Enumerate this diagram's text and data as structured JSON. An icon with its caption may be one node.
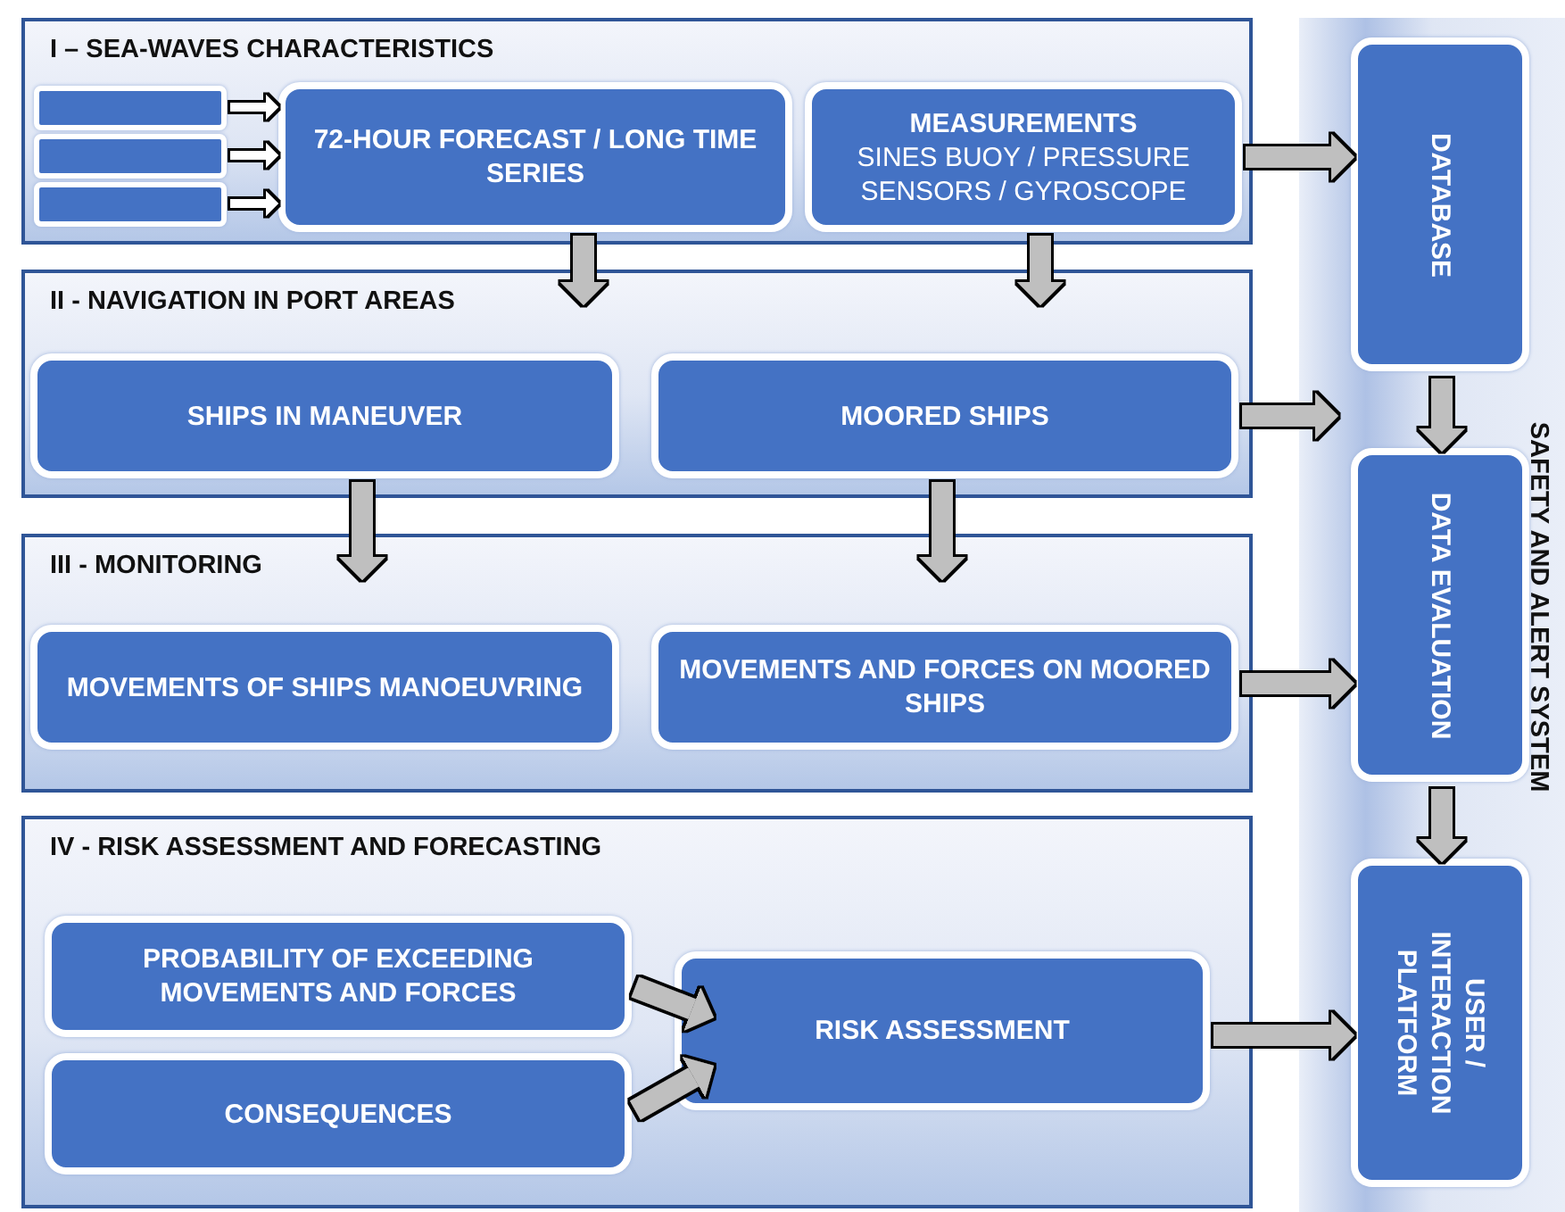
{
  "diagram": {
    "nodes": [
      {
        "text": [
          "I – SEA-WAVES CHARACTERISTICS"
        ]
      },
      {
        "text": [],
        "shape": "box",
        "in": 0
      },
      {
        "text": [],
        "shape": "box",
        "in": 0
      },
      {
        "text": [],
        "shape": "box",
        "in": 0
      },
      {
        "text": [
          "72-HOUR FORECAST / LONG TIME SERIES"
        ],
        "in": 0
      },
      {
        "text": [
          "MEASUREMENTS",
          "SINES BUOY / PRESSURE SENSORS / GYROSCOPE"
        ],
        "in": 0
      },
      {
        "text": [
          "II - NAVIGATION IN PORT AREAS"
        ]
      },
      {
        "text": [
          "SHIPS IN MANEUVER"
        ],
        "in": 6
      },
      {
        "text": [
          "MOORED SHIPS"
        ],
        "in": 6
      },
      {
        "text": [
          "III - MONITORING"
        ]
      },
      {
        "text": [
          "MOVEMENTS OF SHIPS MANOEUVRING"
        ],
        "in": 9
      },
      {
        "text": [
          "MOVEMENTS AND FORCES ON MOORED SHIPS"
        ],
        "in": 9
      },
      {
        "text": [
          "IV - RISK ASSESSMENT AND FORECASTING"
        ]
      },
      {
        "text": [
          "PROBABILITY OF EXCEEDING MOVEMENTS AND FORCES"
        ],
        "in": 12
      },
      {
        "text": [
          "CONSEQUENCES"
        ],
        "in": 12
      },
      {
        "text": [
          "RISK ASSESSMENT"
        ],
        "in": 12
      },
      {
        "text": [
          "SAFETY AND ALERT SYSTEM"
        ]
      },
      {
        "text": [
          "DATABASE"
        ],
        "in": 16
      },
      {
        "text": [
          "DATA EVALUATION"
        ],
        "in": 16
      },
      {
        "text": [
          "USER / INTERACTION PLATFORM"
        ],
        "in": 16
      }
    ],
    "edges": [
      {
        "from": 1,
        "to": 4,
        "arrow": "to"
      },
      {
        "from": 2,
        "to": 4,
        "arrow": "to"
      },
      {
        "from": 3,
        "to": 4,
        "arrow": "to"
      },
      {
        "from": 4,
        "to": 6,
        "arrow": "to"
      },
      {
        "from": 5,
        "to": 6,
        "arrow": "to"
      },
      {
        "from": 5,
        "to": 17,
        "arrow": "to"
      },
      {
        "from": 7,
        "to": 9,
        "arrow": "to"
      },
      {
        "from": 8,
        "to": 9,
        "arrow": "to"
      },
      {
        "from": 8,
        "to": 16,
        "arrow": "to"
      },
      {
        "from": 11,
        "to": 18,
        "arrow": "to"
      },
      {
        "from": 13,
        "to": 15,
        "arrow": "to"
      },
      {
        "from": 14,
        "to": 15,
        "arrow": "to"
      },
      {
        "from": 15,
        "to": 19,
        "arrow": "to"
      },
      {
        "from": 17,
        "to": 18,
        "arrow": "to"
      },
      {
        "from": 18,
        "to": 19,
        "arrow": "to"
      }
    ]
  }
}
